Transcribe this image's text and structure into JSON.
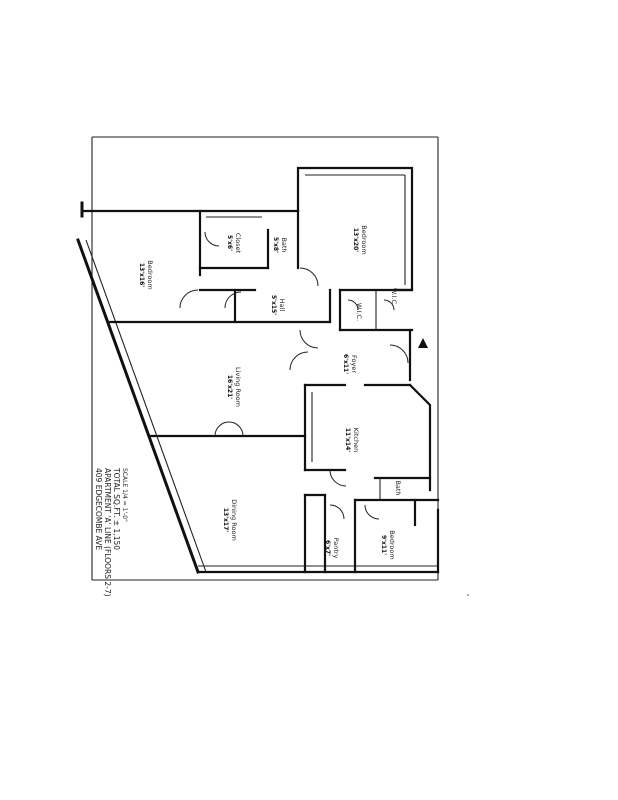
{
  "header": {
    "line1": "409 EDGECOMBE AVE",
    "line2": "APARTMENT 'A' LINE (FLOORS 2-7)",
    "line3": "TOTAL SQ.FT. ± 1,150",
    "line4": "SCALE 1/4 = 1'-0\""
  },
  "rooms": {
    "bedroom_1": {
      "name": "Bedroom",
      "dim": "13'x16'"
    },
    "closet": {
      "name": "Closet",
      "dim": "5'x6'"
    },
    "bath_1": {
      "name": "Bath",
      "dim": "5'x8'"
    },
    "bedroom_2": {
      "name": "Bedroom",
      "dim": "13'x20'"
    },
    "hall": {
      "name": "Hall",
      "dim": "5'x15'"
    },
    "living_room": {
      "name": "Living Room",
      "dim": "16'x21'"
    },
    "wic": {
      "name": "W.I.C.",
      "dim": ""
    },
    "foyer": {
      "name": "Foyer",
      "dim": "6'x11'"
    },
    "kitchen": {
      "name": "Kitchen",
      "dim": "11'x14'"
    },
    "dining_room": {
      "name": "Dining Room",
      "dim": "13'x17'"
    },
    "pantry": {
      "name": "Pantry",
      "dim": "6'x7'"
    },
    "bedroom_3": {
      "name": "Bedroom",
      "dim": "9'x11'"
    },
    "bath_2": {
      "name": "Bath",
      "dim": ""
    }
  }
}
